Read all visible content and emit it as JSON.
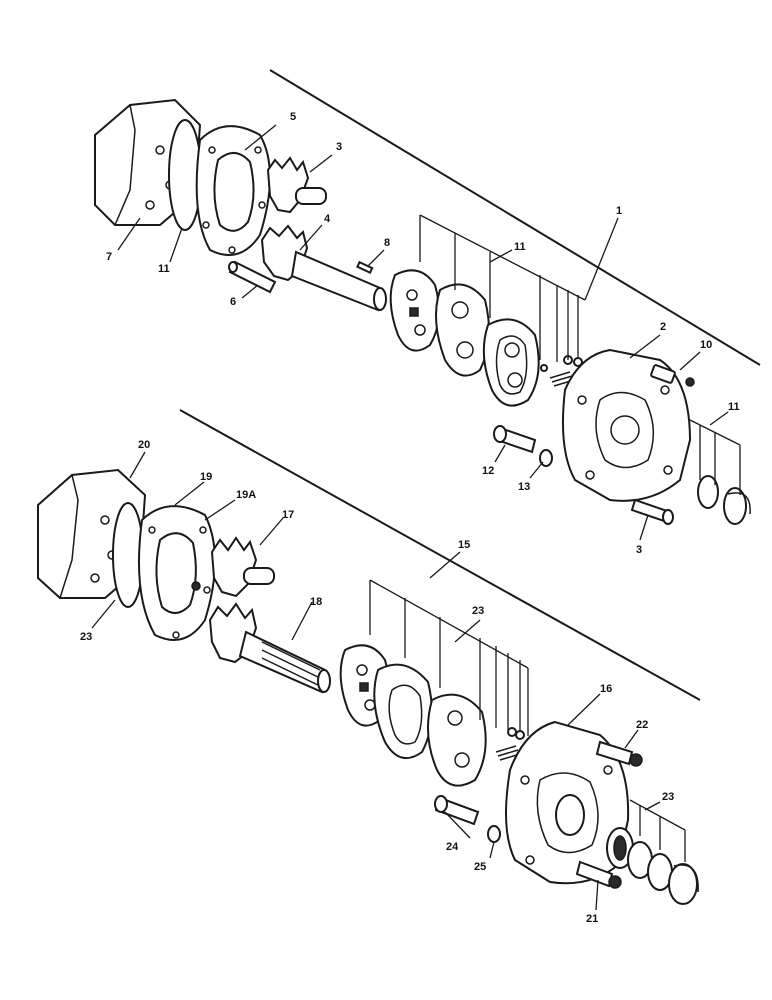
{
  "callouts_top": {
    "c1": "1",
    "c2": "2",
    "c3a": "3",
    "c3b": "3",
    "c4": "4",
    "c5": "5",
    "c6": "6",
    "c7": "7",
    "c8": "8",
    "c10": "10",
    "c11a": "11",
    "c11b": "11",
    "c11c": "11",
    "c12": "12",
    "c13": "13"
  },
  "callouts_bottom": {
    "c15": "15",
    "c16": "16",
    "c17": "17",
    "c18": "18",
    "c19": "19",
    "c19a": "19A",
    "c20": "20",
    "c21": "21",
    "c22": "22",
    "c23a": "23",
    "c23b": "23",
    "c23c": "23",
    "c24": "24",
    "c25": "25"
  }
}
